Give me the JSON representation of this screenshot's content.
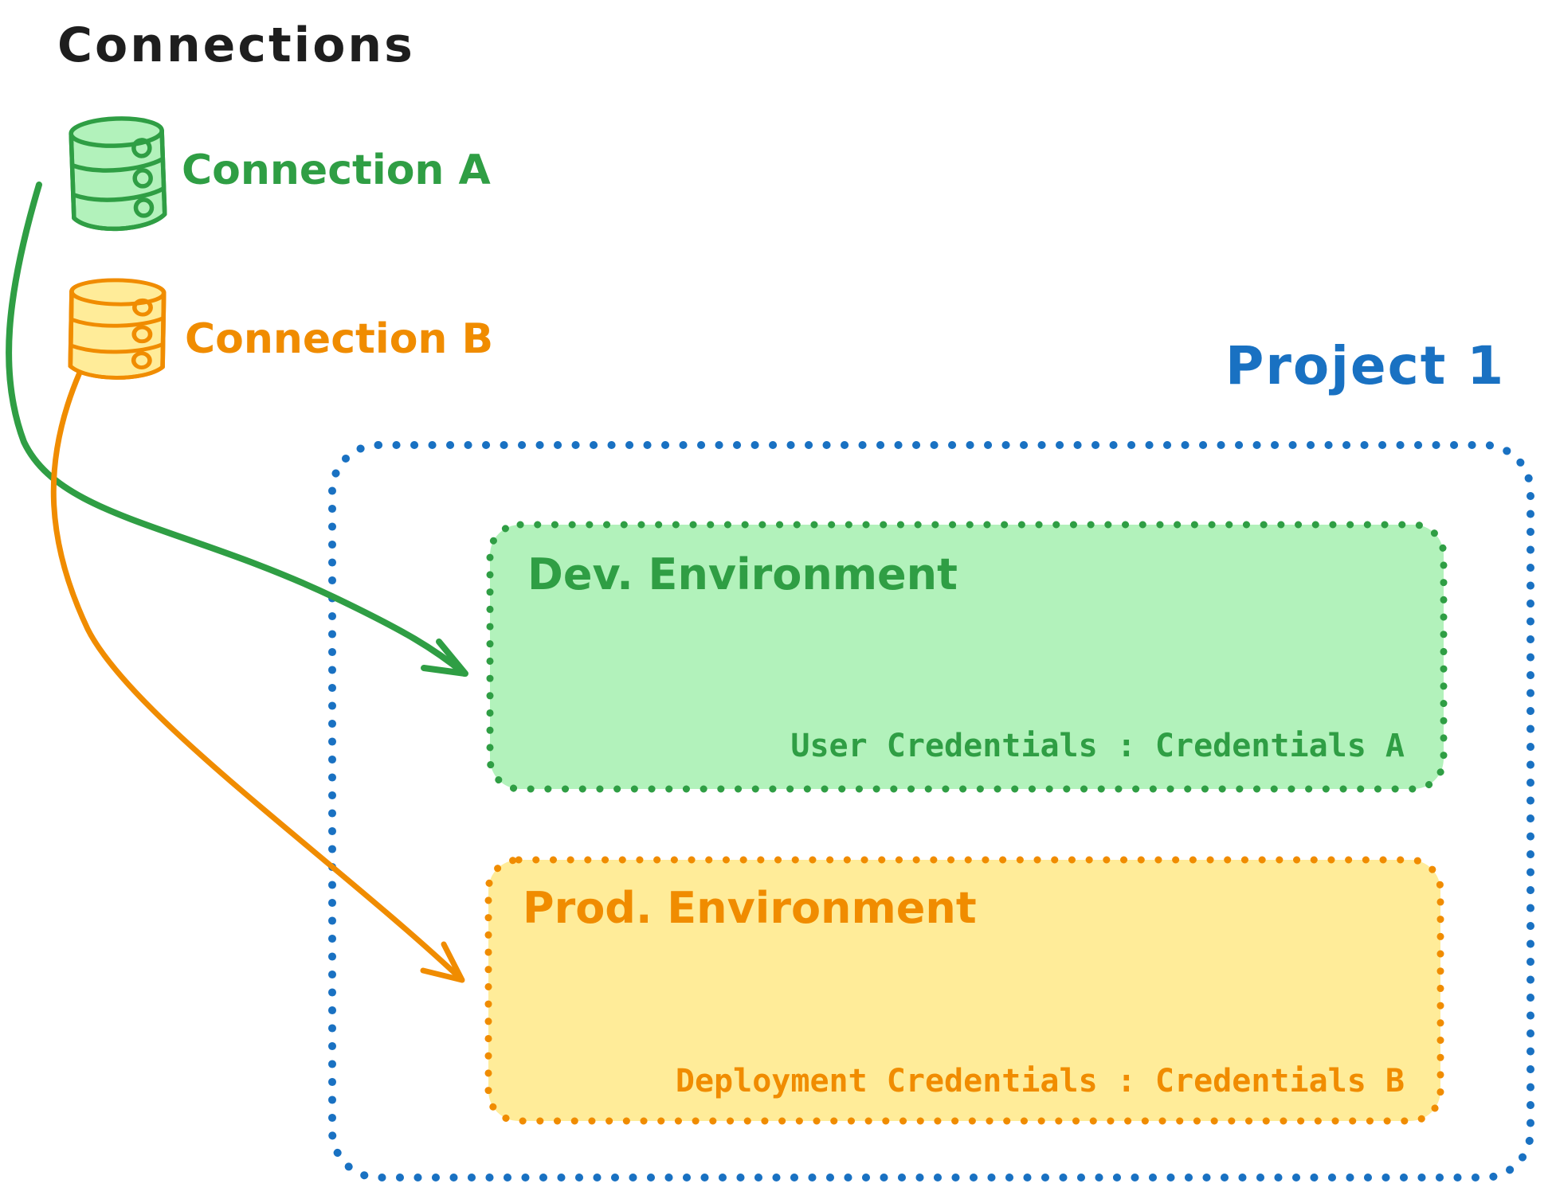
{
  "title": "Connections",
  "palette": {
    "ink": "#1e1e1e",
    "green_stroke": "#2f9e44",
    "green_fill": "#b2f2bb",
    "orange_stroke": "#f08c00",
    "orange_fill": "#ffec99",
    "blue_stroke": "#1971c2",
    "background": "#ffffff"
  },
  "connections": [
    {
      "label": "Connection A",
      "color": "#2f9e44",
      "icon": "database-icon"
    },
    {
      "label": "Connection B",
      "color": "#f08c00",
      "icon": "database-icon"
    }
  ],
  "project": {
    "label": "Project 1",
    "border_color": "#1971c2",
    "environments": [
      {
        "name": "Dev. Environment",
        "credentials_label": "User Credentials : Credentials A",
        "stroke": "#2f9e44",
        "fill": "#b2f2bb"
      },
      {
        "name": "Prod. Environment",
        "credentials_label": "Deployment Credentials : Credentials B",
        "stroke": "#f08c00",
        "fill": "#ffec99"
      }
    ]
  },
  "arrows": [
    {
      "name": "connection-a-to-dev-environment",
      "color": "#2f9e44"
    },
    {
      "name": "connection-b-to-prod-environment",
      "color": "#f08c00"
    }
  ]
}
